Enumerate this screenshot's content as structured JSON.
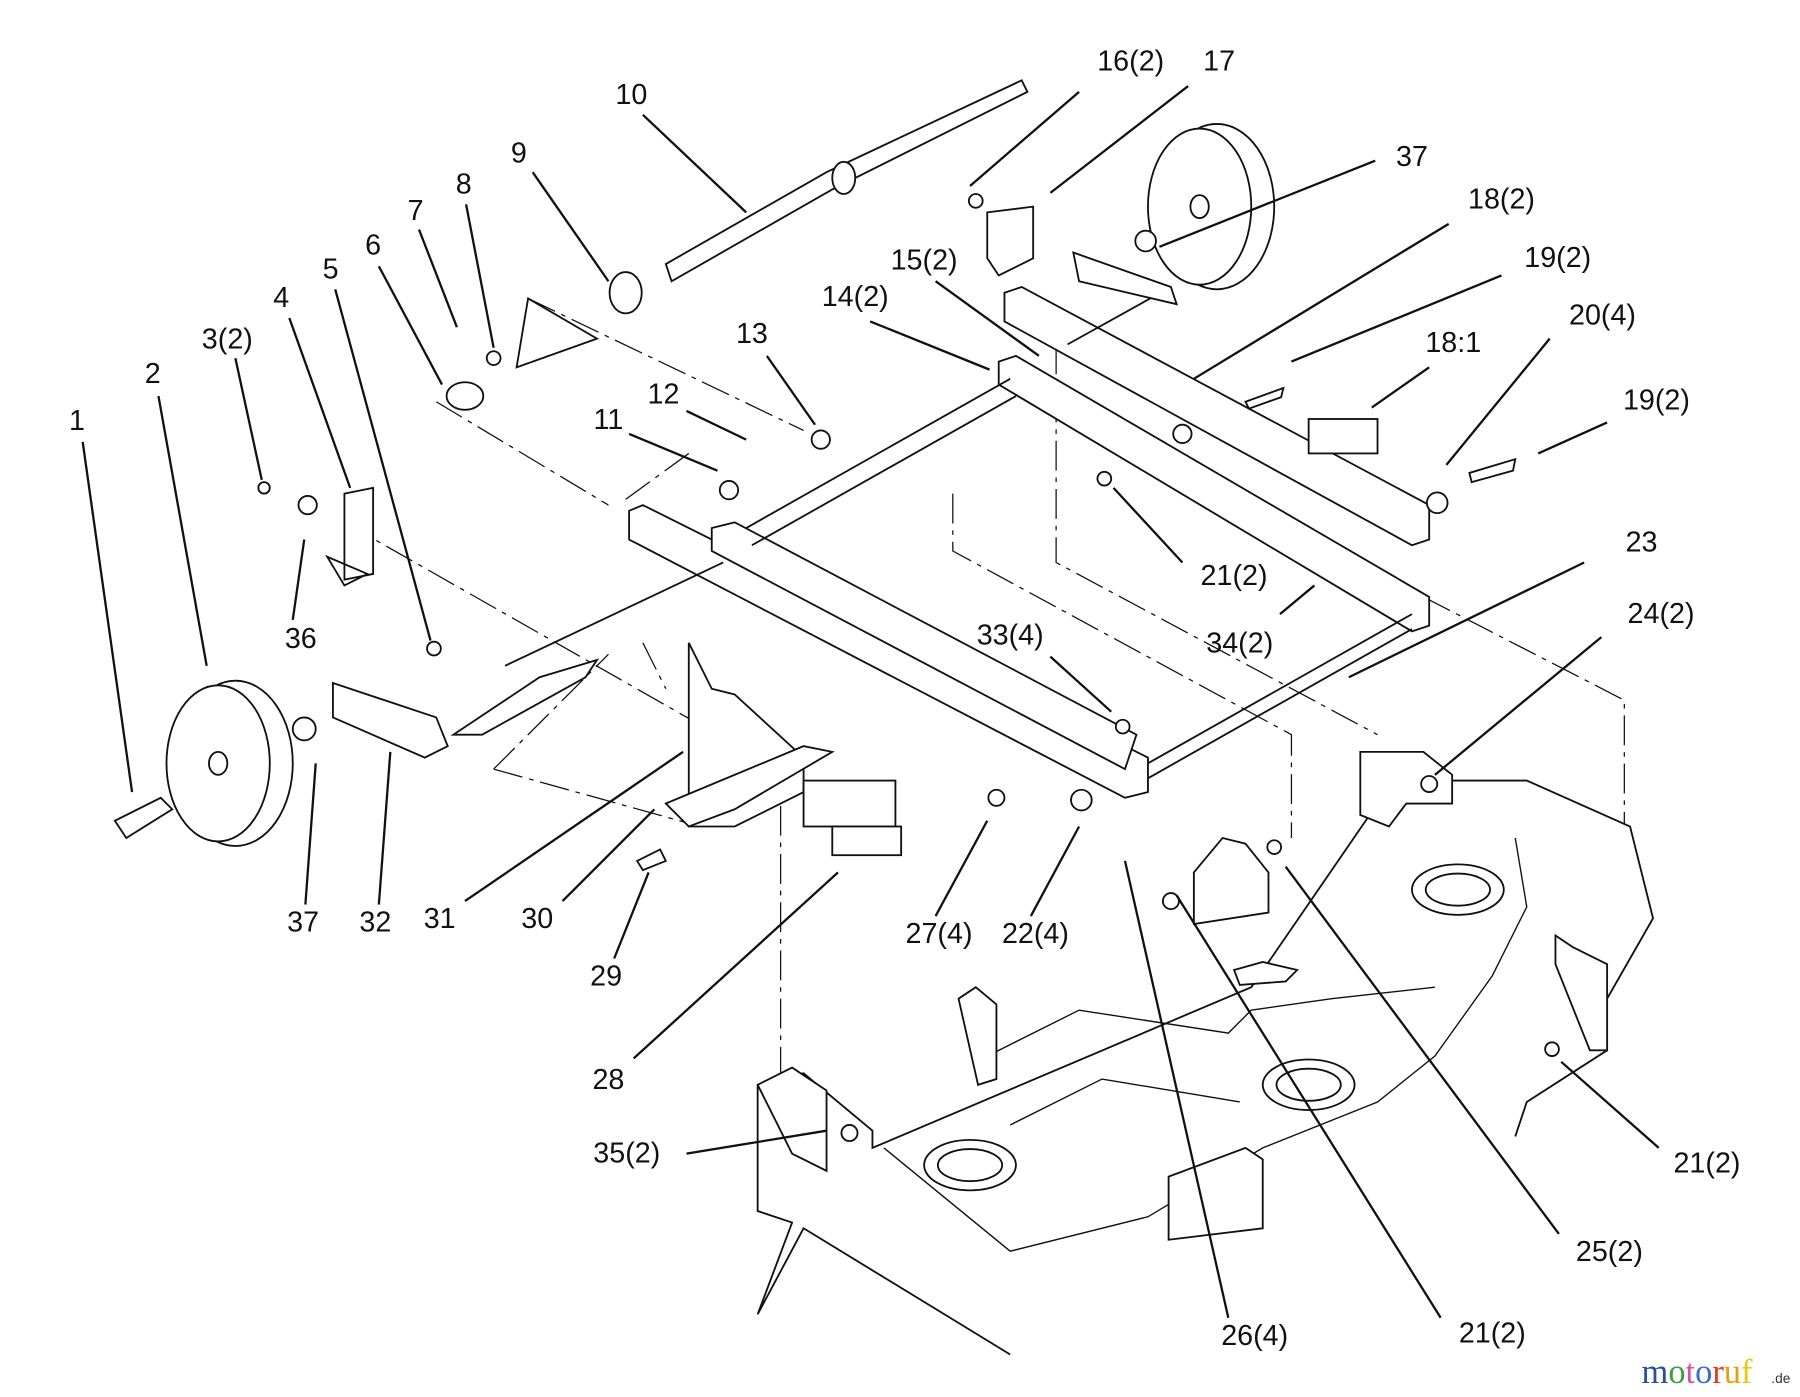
{
  "diagram": {
    "labels": [
      "1",
      "2",
      "3(2)",
      "4",
      "5",
      "6",
      "7",
      "8",
      "9",
      "10",
      "11",
      "12",
      "13",
      "14(2)",
      "15(2)",
      "16(2)",
      "17",
      "37",
      "18(2)",
      "19(2)",
      "18:1",
      "20(4)",
      "19(2)",
      "21(2)",
      "34(2)",
      "23",
      "24(2)",
      "33(4)",
      "27(4)",
      "22(4)",
      "26(4)",
      "21(2)",
      "25(2)",
      "21(2)",
      "35(2)",
      "28",
      "29",
      "30",
      "31",
      "32",
      "37",
      "36"
    ]
  },
  "watermark": {
    "text": "motoruf",
    "suffix": ".de",
    "letter_colors": [
      "#2a4fa0",
      "#3aa040",
      "#e0509a",
      "#3a70c0",
      "#e04020",
      "#e8a010",
      "#e8c810"
    ]
  }
}
